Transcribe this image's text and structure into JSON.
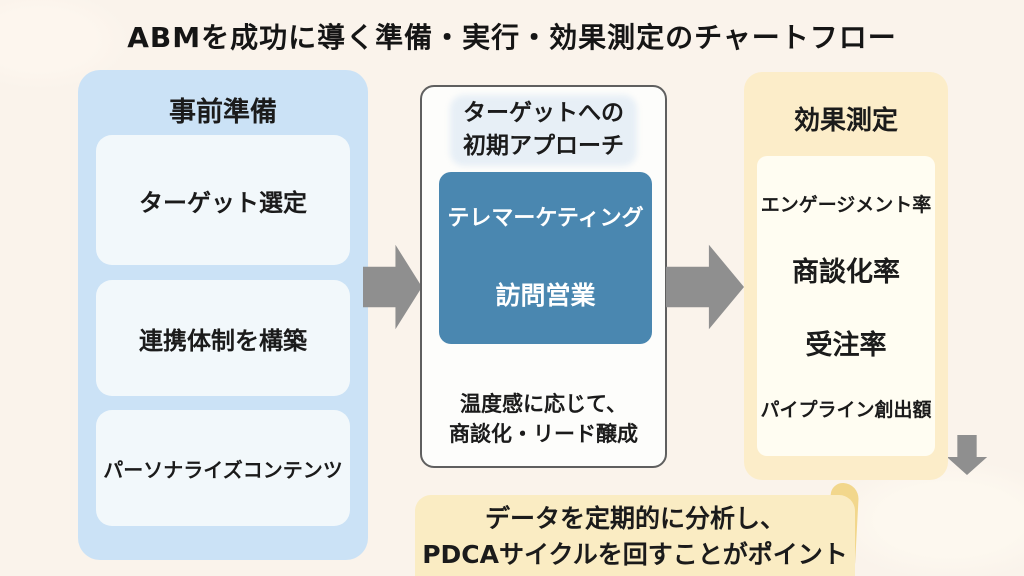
{
  "title": "ABMを成功に導く準備・実行・効果測定のチャートフロー",
  "left_panel": {
    "header": "事前準備",
    "items": [
      "ターゲット選定",
      "連携体制を構築",
      "パーソナライズコンテンツ"
    ]
  },
  "middle_panel": {
    "header_line1": "ターゲットへの",
    "header_line2": "初期アプローチ",
    "blue_box": {
      "line1": "テレマーケティング",
      "line2": "訪問営業"
    },
    "note_line1": "温度感に応じて、",
    "note_line2": "商談化・リード醸成"
  },
  "right_panel": {
    "header": "効果測定",
    "metrics": [
      "エンゲージメント率",
      "商談化率",
      "受注率",
      "パイプライン創出額"
    ]
  },
  "footer": {
    "line1": "データを定期的に分析し、",
    "line2": "PDCAサイクルを回すことがポイント"
  },
  "icons": {
    "flow_arrow_right": "right-arrow",
    "flow_arrow_down": "down-arrow"
  },
  "colors": {
    "page_bg": "#faf3eb",
    "panel_blue": "#cbe2f6",
    "card_blue_white": "#f2f8fb",
    "panel_border_gray": "#5f5f5f",
    "box_blue": "#4a87b0",
    "panel_yellow": "#fcedc9",
    "card_cream": "#fffdf2",
    "footer_yellow": "#faecc3",
    "brush_yellow": "#f2d78c",
    "arrow_gray": "#8f8f8f",
    "text_dark": "#1b1b1b"
  }
}
